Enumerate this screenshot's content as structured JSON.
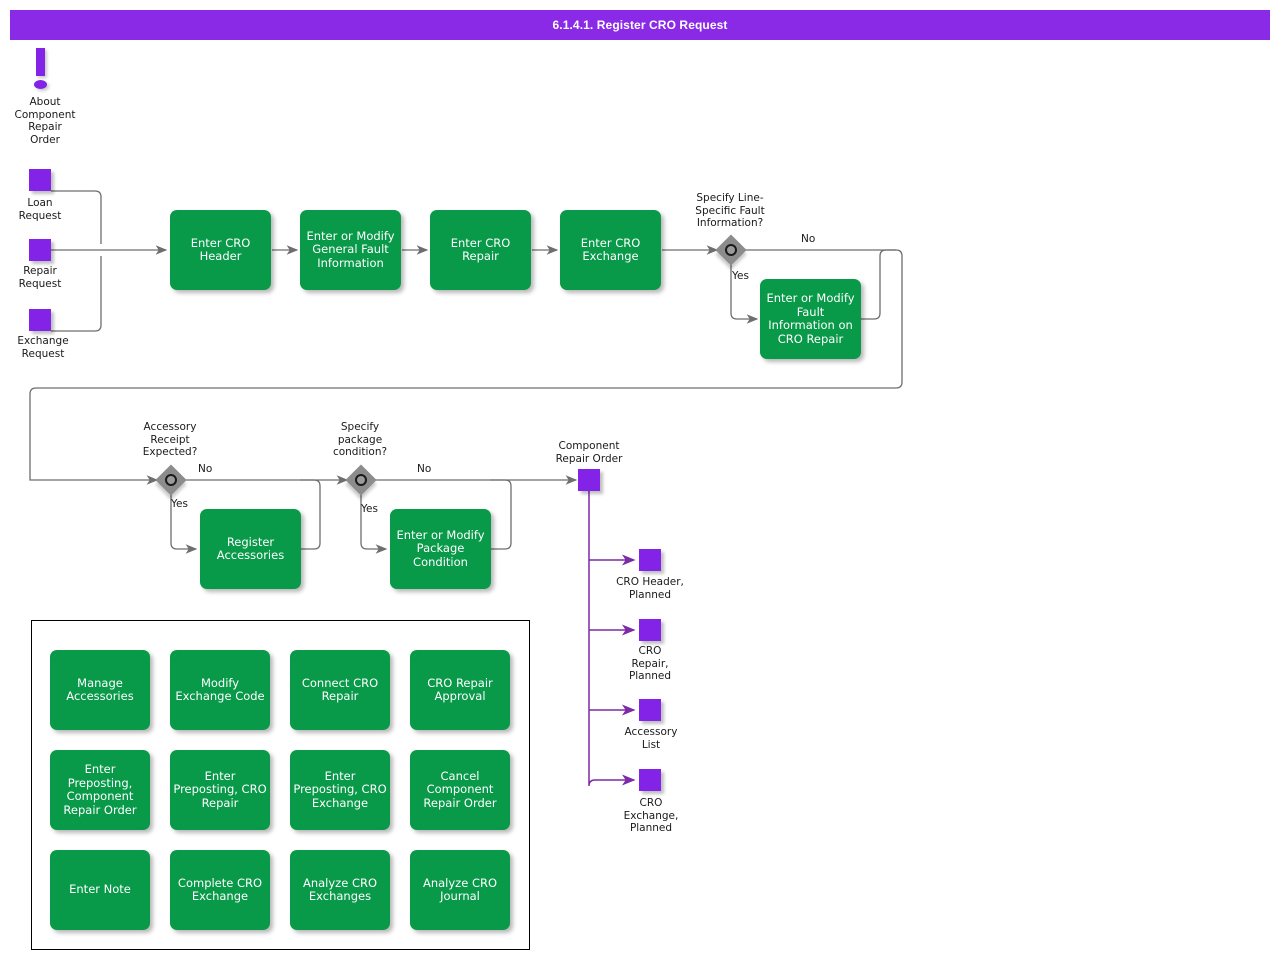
{
  "header": {
    "title": "6.1.4.1. Register CRO Request"
  },
  "colors": {
    "title_bar": "#8a29e6",
    "process_green": "#089949",
    "object_purple": "#8423e8",
    "decision_gray": "#8c8c8c",
    "edge_gray": "#6e6e6e",
    "edge_purple": "#7d2aa8",
    "background": "#ffffff"
  },
  "info_note": {
    "icon": "exclamation-icon",
    "label": "About\nComponent\nRepair\nOrder"
  },
  "inputs": [
    {
      "label": "Loan\nRequest"
    },
    {
      "label": "Repair\nRequest"
    },
    {
      "label": "Exchange\nRequest"
    }
  ],
  "process_flow": [
    {
      "label": "Enter CRO\nHeader"
    },
    {
      "label": "Enter or Modify\nGeneral Fault\nInformation"
    },
    {
      "label": "Enter CRO\nRepair"
    },
    {
      "label": "Enter CRO\nExchange"
    }
  ],
  "decisions": [
    {
      "question": "Specify Line-\nSpecific Fault\nInformation?",
      "yes_label": "Yes",
      "no_label": "No",
      "yes_target": "Enter or Modify\nFault Information\non CRO Repair"
    },
    {
      "question": "Accessory\nReceipt\nExpected?",
      "yes_label": "Yes",
      "no_label": "No",
      "yes_target": "Register\nAccessories"
    },
    {
      "question": "Specify\npackage\ncondition?",
      "yes_label": "Yes",
      "no_label": "No",
      "yes_target": "Enter or Modify\nPackage\nCondition"
    }
  ],
  "branch_processes": [
    {
      "label": "Enter or Modify\nFault Information\non CRO Repair"
    },
    {
      "label": "Register\nAccessories"
    },
    {
      "label": "Enter or Modify\nPackage\nCondition"
    }
  ],
  "output_root": {
    "label": "Component\nRepair Order"
  },
  "outputs": [
    {
      "label": "CRO Header,\nPlanned"
    },
    {
      "label": "CRO\nRepair,\nPlanned"
    },
    {
      "label": "Accessory\nList"
    },
    {
      "label": "CRO\nExchange,\nPlanned"
    }
  ],
  "function_panel": {
    "items": [
      {
        "label": "Manage\nAccessories"
      },
      {
        "label": "Modify Exchange\nCode"
      },
      {
        "label": "Connect CRO\nRepair"
      },
      {
        "label": "CRO Repair\nApproval"
      },
      {
        "label": "Enter\nPreposting,\nComponent\nRepair Order"
      },
      {
        "label": "Enter\nPreposting,\nCRO Repair"
      },
      {
        "label": "Enter\nPreposting, CRO\nExchange"
      },
      {
        "label": "Cancel\nComponent\nRepair Order"
      },
      {
        "label": "Enter Note"
      },
      {
        "label": "Complete CRO\nExchange"
      },
      {
        "label": "Analyze CRO\nExchanges"
      },
      {
        "label": "Analyze CRO\nJournal"
      }
    ]
  }
}
